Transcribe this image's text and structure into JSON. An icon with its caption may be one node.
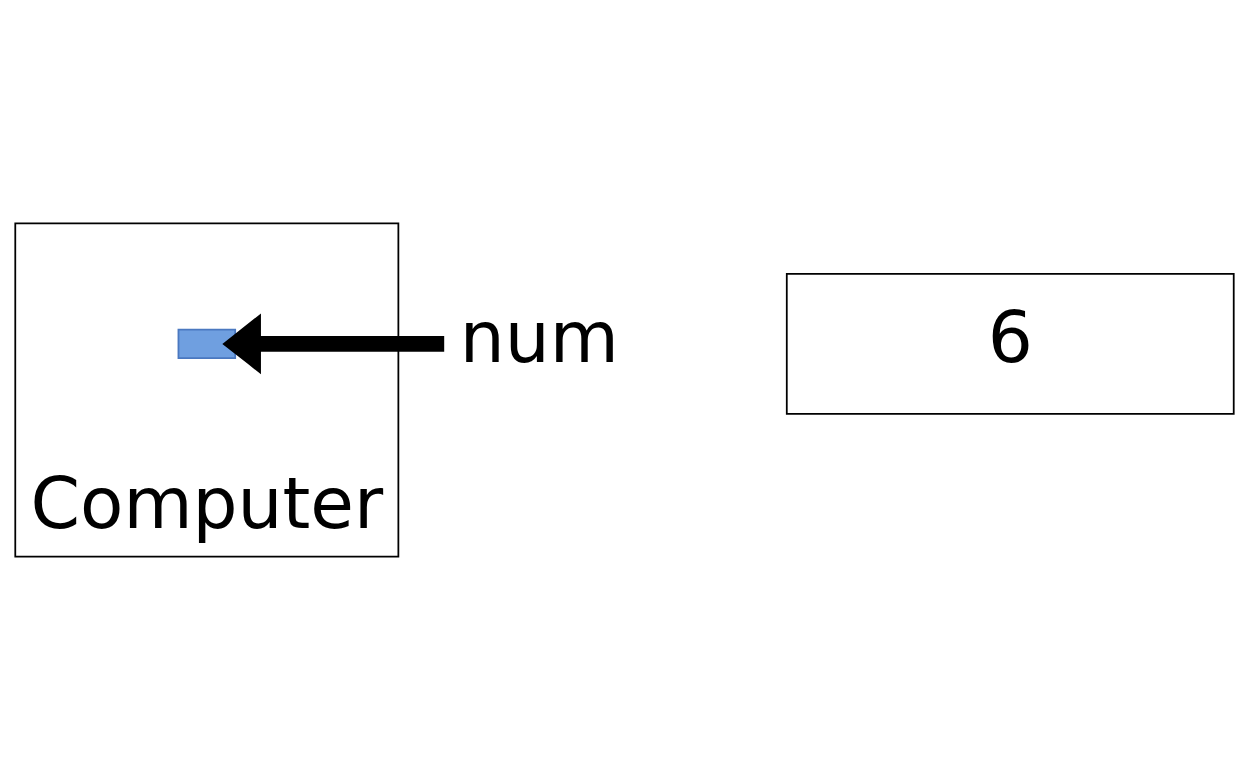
{
  "diagram": {
    "nodes": [
      {
        "text": [
          "Computer"
        ]
      },
      {
        "text": [],
        "shape": "box",
        "in": 0
      },
      {
        "text": [
          "num"
        ]
      },
      {
        "text": [
          "6"
        ]
      }
    ],
    "edges": [
      {
        "from": 2,
        "to": 1,
        "arrow": "to"
      }
    ]
  }
}
